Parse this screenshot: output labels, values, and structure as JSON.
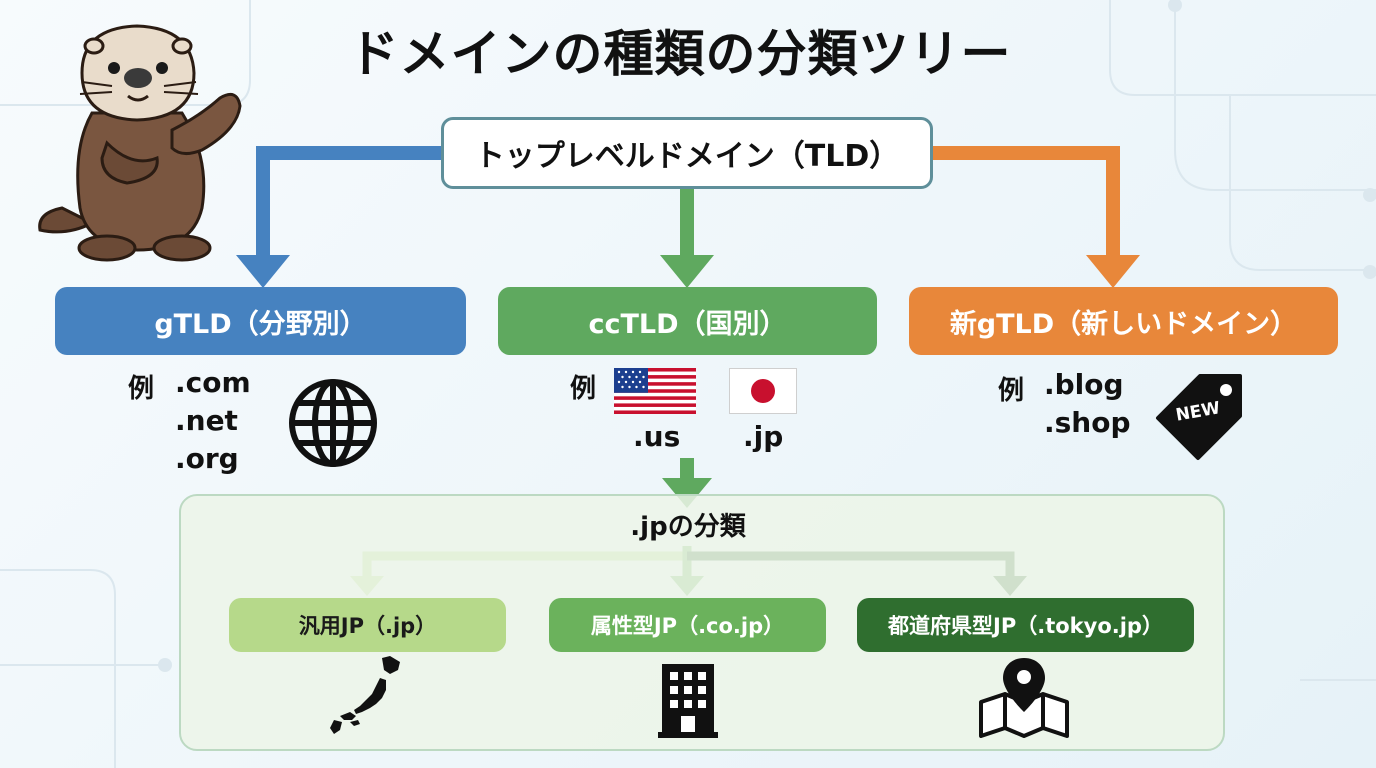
{
  "title": "ドメインの種類の分類ツリー",
  "root": {
    "label": "トップレベルドメイン（TLD）"
  },
  "categories": [
    {
      "label": "gTLD（分野別）",
      "color": "#4682c0",
      "example_label": "例",
      "examples": [
        ".com",
        ".net",
        ".org"
      ],
      "icon": "globe-icon"
    },
    {
      "label": "ccTLD（国別）",
      "color": "#5fa95f",
      "example_label": "例",
      "examples": [
        ".us",
        ".jp"
      ],
      "icons": [
        "us-flag-icon",
        "japan-flag-icon"
      ]
    },
    {
      "label": "新gTLD（新しいドメイン）",
      "color": "#e8873a",
      "example_label": "例",
      "examples": [
        ".blog",
        ".shop"
      ],
      "icon": "new-tag-icon",
      "icon_text": "NEW"
    }
  ],
  "jp_panel": {
    "title": ".jpの分類",
    "items": [
      {
        "label": "汎用JP（.jp）",
        "color": "#b6d98a",
        "text_color": "#1a1a1a",
        "icon": "japan-map-icon"
      },
      {
        "label": "属性型JP（.co.jp）",
        "color": "#6bb25c",
        "text_color": "#ffffff",
        "icon": "building-icon"
      },
      {
        "label": "都道府県型JP（.tokyo.jp）",
        "color": "#2f6e2f",
        "text_color": "#ffffff",
        "icon": "map-pin-icon"
      }
    ]
  },
  "colors": {
    "blue": "#4682c0",
    "green": "#5fa95f",
    "orange": "#e8873a",
    "light_green": "#b6d98a",
    "dark_green": "#2f6e2f",
    "root_border": "#5f8f9a"
  }
}
